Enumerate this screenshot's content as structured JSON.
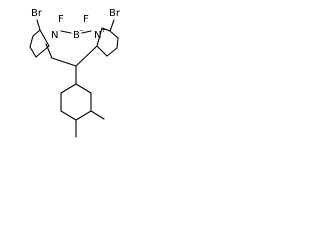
{
  "molecule": {
    "atoms": {
      "br_left": "Br",
      "br_right": "Br",
      "f_left": "F",
      "f_right": "F",
      "boron": "B",
      "boron_charge": "−",
      "n_left": "N",
      "n_right": "N",
      "n_right_charge": "+"
    }
  },
  "colors": {
    "bond": "#000000",
    "background": "#ffffff"
  }
}
